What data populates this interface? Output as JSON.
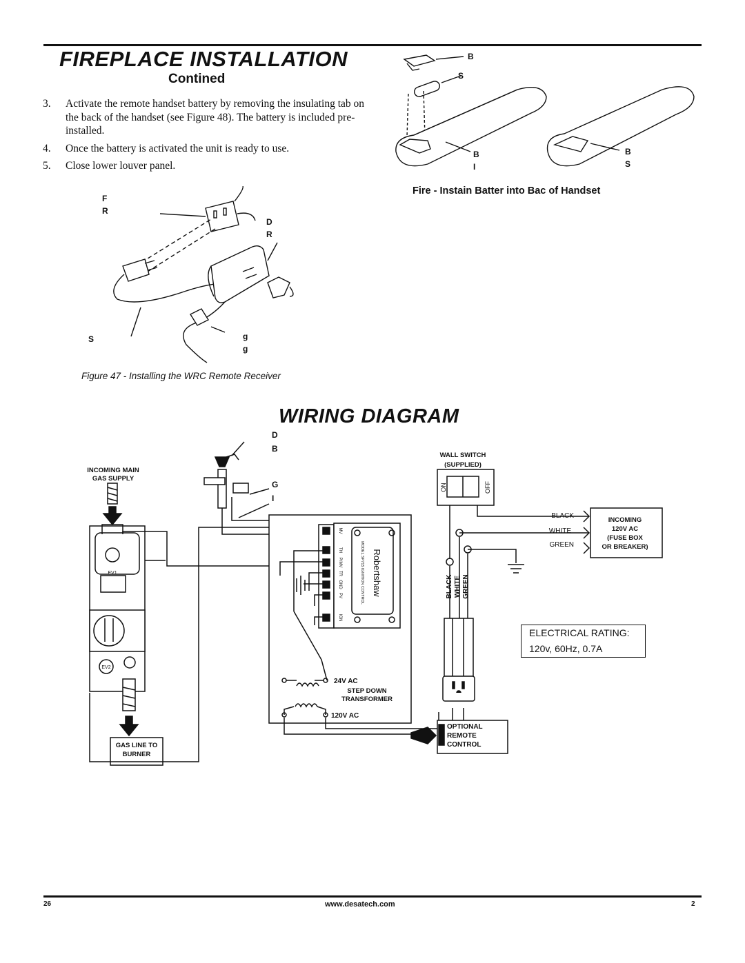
{
  "header": {
    "title": "FIREPLACE INSTALLATION",
    "subtitle": "Contined"
  },
  "steps": [
    {
      "num": "3.",
      "text": "Activate the remote handset battery by removing the insulating tab on the back of the handset (see Figure 48). The battery is included pre-installed."
    },
    {
      "num": "4.",
      "text": "Once the battery is activated the unit is ready to use."
    },
    {
      "num": "5.",
      "text": "Close lower louver panel."
    }
  ],
  "figure47": {
    "caption": "Figure 47 - Installing the WRC Remote Receiver"
  },
  "figure48": {
    "caption": "Fire  - Instain Batter into Bac of Handset"
  },
  "wiring": {
    "title": "WIRING DIAGRAM",
    "labels": {
      "incoming_gas": [
        "INCOMING MAIN",
        "GAS SUPPLY"
      ],
      "gas_line": [
        "GAS LINE TO",
        "BURNER"
      ],
      "ev1": "EV1",
      "ev2": "EV2",
      "wall_switch": [
        "WALL SWITCH",
        "(SUPPLIED)"
      ],
      "on": "ON",
      "off": "OFF",
      "black": "BLACK",
      "white": "WHITE",
      "green": "GREEN",
      "incoming_ac": [
        "INCOMING",
        "120V AC",
        "(FUSE BOX",
        "OR BREAKER)"
      ],
      "module_brand": "Robertshaw",
      "module_model": "MODEL SP715 IGNITION CONTROL",
      "terminals": [
        "MV",
        "TH",
        "P/MV",
        "TR",
        "GND",
        "PV",
        "IGN"
      ],
      "v24": "24V AC",
      "transformer": [
        "STEP DOWN",
        "TRANSFORMER"
      ],
      "v120": "120V AC",
      "optional_remote": [
        "OPTIONAL",
        "REMOTE",
        "CONTROL"
      ],
      "vertical_black": "BLACK",
      "vertical_white": "WHITE",
      "vertical_green": "GREEN"
    },
    "rating": {
      "title": "ELECTRICAL RATING:",
      "value": "120v, 60Hz, 0.7A"
    }
  },
  "footer": {
    "left": "26",
    "url": "www.desatech.com",
    "right": "2"
  }
}
